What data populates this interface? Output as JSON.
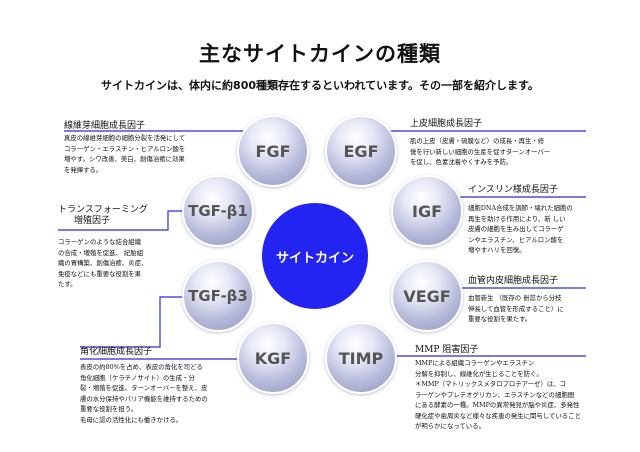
{
  "title": "主なサイトカインの種類",
  "subtitle": "サイトカインは、体内に約800種類存在するといわれています。その一部を紹介します。",
  "center_label": "サイトカイン",
  "colors": {
    "center": "#2424f2",
    "line": "#2b2bd8",
    "bubble_text": "#555555"
  },
  "cytokines": [
    {
      "id": "fgf",
      "abbr": "FGF",
      "name_lines": [
        "線維芽細胞成長因子"
      ],
      "desc_lines": [
        "真皮の線維芽細胞の細胞分裂を活発にして",
        "コラーゲン・エラスチン・ヒアルロン酸を",
        "増やす。シワ改善、美白、創傷治癒に効果",
        "を発揮する。"
      ]
    },
    {
      "id": "egf",
      "abbr": "EGF",
      "name_lines": [
        "上皮細胞成長因子"
      ],
      "desc_lines": [
        "肌の上皮（皮膚・硫膜など）の成長・再生・修",
        "復を行い新しい細胞の生産を促すターンオーバー",
        "を促し、色素沈着やくすみを予防。"
      ]
    },
    {
      "id": "tgf-b1",
      "abbr": "TGF-β1",
      "name_lines": [
        "トランスフォーミング",
        "増殖因子"
      ],
      "desc_lines": [
        "コラーゲンのような結合組織",
        "の合成・増殖を促進、 紀胎組",
        "織の胃構築、創傷治癒、炎症、",
        "免疫などにも重要な役割を果",
        "たす。"
      ]
    },
    {
      "id": "igf",
      "abbr": "IGF",
      "name_lines": [
        "インスリン様成長因子"
      ],
      "desc_lines": [
        "細胞DNA合成を調節・壊れた細胞の",
        "再生を助ける作用により、新 しい",
        "皮膚の細胞を生み出してコラーゲ",
        "ンやエラスチン、ヒアルロン酸を",
        "増やすハリを回復。"
      ]
    },
    {
      "id": "tgf-b3",
      "abbr": "TGF-β3",
      "name_lines": [],
      "desc_lines": []
    },
    {
      "id": "vegf",
      "abbr": "VEGF",
      "name_lines": [
        "血管内皮細胞成長因子"
      ],
      "desc_lines": [
        "血管新生 （既存の 卌蕊から分枝",
        "伸長して血管を形成すること）に",
        "重要な役割を果たす。"
      ]
    },
    {
      "id": "kgf",
      "abbr": "KGF",
      "name_lines": [
        "角化細胞成長因子"
      ],
      "desc_lines": [
        "表皮の約80%を占め、表皮の角化を司どる",
        "角化細胞（ケラチノサイト）の生成・分",
        "裂・増殖を促進、ターンオーバーを整え、皮",
        "膚の水分保持やバリア機能を維持するための",
        "重要な役割を担う。",
        "毛母に認の活性化にも働きかける。"
      ]
    },
    {
      "id": "timp",
      "abbr": "TIMP",
      "name_lines": [
        "MMP 阻害因子"
      ],
      "desc_lines": [
        "MMPによる組織コラーゲンやエラスチン",
        "分解を抑制し、線維化が生じることを防ぐ。",
        "＊MMP（マトリックスメタロプロテアーゼ）は、コ",
        "ラーゲンやプレテオグリカン、エラスチンなどの細胞間",
        "にある酵素の一種。MMPの異常発見が脳や炎症、多発性",
        "硬化症や歯周炎など様々な疾患の発生に関与していること",
        "が明らかになっている。"
      ]
    }
  ]
}
